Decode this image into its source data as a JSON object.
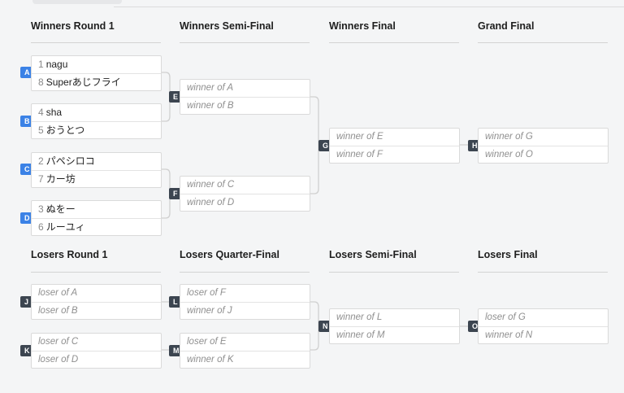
{
  "winners": {
    "rounds": [
      "Winners Round 1",
      "Winners Semi-Final",
      "Winners Final",
      "Grand Final"
    ],
    "matches": {
      "A": {
        "label": "A",
        "p1": {
          "seed": "1",
          "name": "nagu"
        },
        "p2": {
          "seed": "8",
          "name": "Superあじフライ"
        }
      },
      "B": {
        "label": "B",
        "p1": {
          "seed": "4",
          "name": "sha"
        },
        "p2": {
          "seed": "5",
          "name": "おうとつ"
        }
      },
      "C": {
        "label": "C",
        "p1": {
          "seed": "2",
          "name": "パペシロコ"
        },
        "p2": {
          "seed": "7",
          "name": "カー坊"
        }
      },
      "D": {
        "label": "D",
        "p1": {
          "seed": "3",
          "name": "ぬをー"
        },
        "p2": {
          "seed": "6",
          "name": "ルーユィ"
        }
      },
      "E": {
        "label": "E",
        "p1": "winner of A",
        "p2": "winner of B"
      },
      "F": {
        "label": "F",
        "p1": "winner of C",
        "p2": "winner of D"
      },
      "G": {
        "label": "G",
        "p1": "winner of E",
        "p2": "winner of F"
      },
      "H": {
        "label": "H",
        "p1": "winner of G",
        "p2": "winner of O"
      }
    }
  },
  "losers": {
    "rounds": [
      "Losers Round 1",
      "Losers Quarter-Final",
      "Losers Semi-Final",
      "Losers Final"
    ],
    "matches": {
      "J": {
        "label": "J",
        "p1": "loser of A",
        "p2": "loser of B"
      },
      "K": {
        "label": "K",
        "p1": "loser of C",
        "p2": "loser of D"
      },
      "L": {
        "label": "L",
        "p1": "loser of F",
        "p2": "winner of J"
      },
      "M": {
        "label": "M",
        "p1": "loser of E",
        "p2": "winner of K"
      },
      "N": {
        "label": "N",
        "p1": "winner of L",
        "p2": "winner of M"
      },
      "O": {
        "label": "O",
        "p1": "loser of G",
        "p2": "winner of N"
      }
    }
  },
  "colors": {
    "badge_round1": "#3b82e6",
    "badge_other": "#3c4550"
  }
}
